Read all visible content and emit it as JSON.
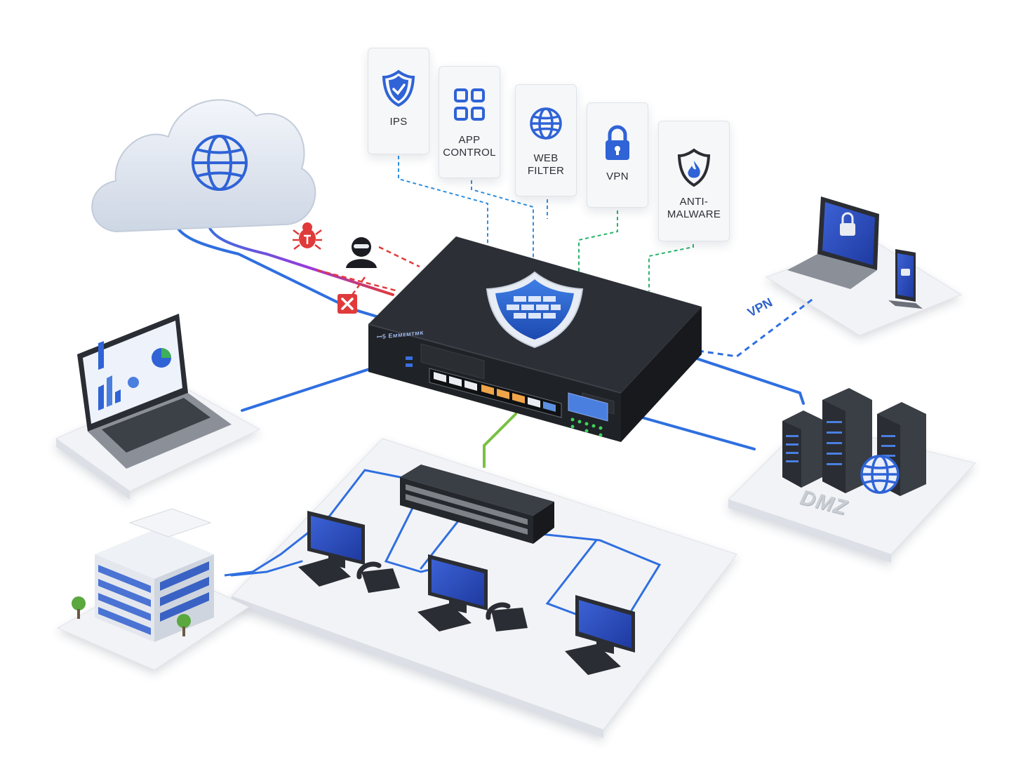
{
  "services": [
    {
      "id": "ips",
      "label": "IPS",
      "icon": "shield-check-icon"
    },
    {
      "id": "app-control",
      "label": "APP\nCONTROL",
      "icon": "app-grid-icon"
    },
    {
      "id": "web-filter",
      "label": "WEB\nFILTER",
      "icon": "globe-icon"
    },
    {
      "id": "vpn",
      "label": "VPN",
      "icon": "padlock-icon"
    },
    {
      "id": "anti-malware",
      "label": "ANTI-\nMALWARE",
      "icon": "shield-flame-icon"
    }
  ],
  "firewall": {
    "brand": "ꟷ5 Eᴍᴍᴇᴍᴛᴍᴋ"
  },
  "labels": {
    "vpn_tunnel": "VPN",
    "dmz": "DMZ"
  },
  "colors": {
    "link_blue": "#2f6fe0",
    "threat_red": "#e03a3a",
    "lan_green": "#7ac043",
    "service_dash": "#2f8fe0",
    "vpn_dash": "#2ab36a",
    "device_black": "#2a2d33"
  }
}
